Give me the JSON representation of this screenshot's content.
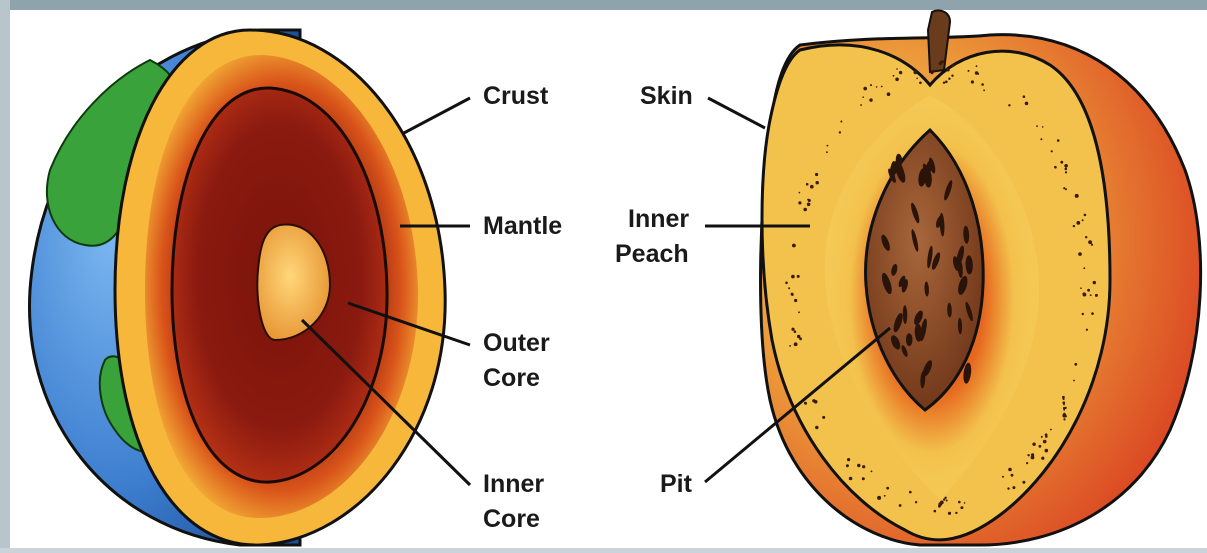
{
  "diagram": {
    "earth": {
      "labels": {
        "crust": "Crust",
        "mantle": "Mantle",
        "outer_core_1": "Outer",
        "outer_core_2": "Core",
        "inner_core_1": "Inner",
        "inner_core_2": "Core"
      },
      "colors": {
        "ocean": "#3e7fd0",
        "land": "#3aa23a",
        "crust": "#f6b73a",
        "mantle": "#d9541a",
        "outer_core": "#8b1a10",
        "inner_core": "#f3b24a"
      }
    },
    "peach": {
      "labels": {
        "skin": "Skin",
        "inner_peach_1": "Inner",
        "inner_peach_2": "Peach",
        "pit": "Pit"
      },
      "colors": {
        "skin": "#d83a1f",
        "flesh": "#f3c24d",
        "flesh_red": "#e2551b",
        "pit": "#8a4a25",
        "stem": "#6b3c1c"
      }
    }
  }
}
